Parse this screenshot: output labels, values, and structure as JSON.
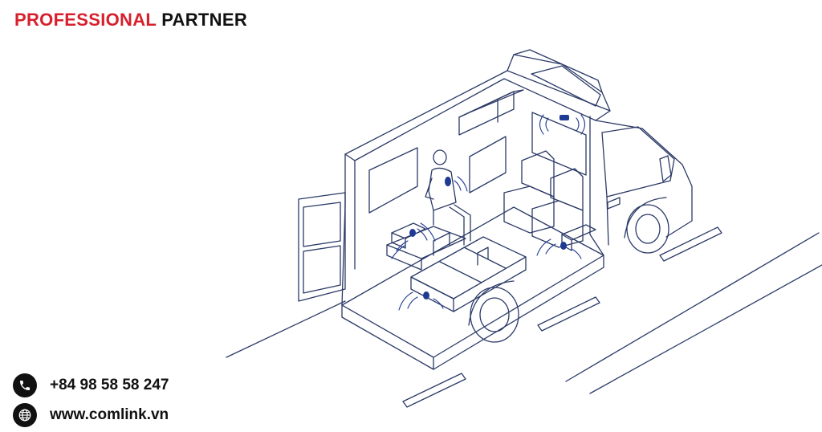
{
  "header": {
    "title_accent": "PROFESSIONAL",
    "title_rest": "PARTNER"
  },
  "contact": {
    "phone": "+84 98 58 58 247",
    "website": "www.comlink.vn",
    "phone_icon": "phone-icon",
    "website_icon": "globe-icon"
  },
  "illustration": {
    "subject": "ambulance-cutaway",
    "line_color": "#2b3a67",
    "device_color": "#1f3a93",
    "accent_color": "#d7202c"
  }
}
